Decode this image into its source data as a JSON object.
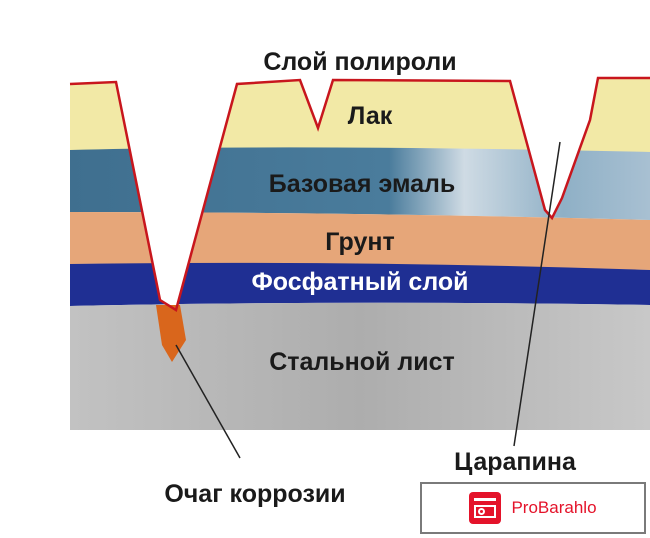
{
  "labels": {
    "polish": "Слой полироли",
    "lacquer": "Лак",
    "base_enamel": "Базовая эмаль",
    "primer": "Грунт",
    "phosphate": "Фосфатный слой",
    "steel": "Стальной лист",
    "corrosion": "Очаг коррозии",
    "scratch": "Царапина"
  },
  "colors": {
    "lacquer": "#f2e9a6",
    "base_enamel": "#4f7f9e",
    "primer": "#e6a679",
    "phosphate": "#1f2f93",
    "steel": "#b9b9b9",
    "outline": "#c8161d",
    "rust": "#d9661c"
  },
  "watermark": {
    "text": "ProBarahlo",
    "icon": "gadget-icon",
    "color": "#e4132a"
  }
}
